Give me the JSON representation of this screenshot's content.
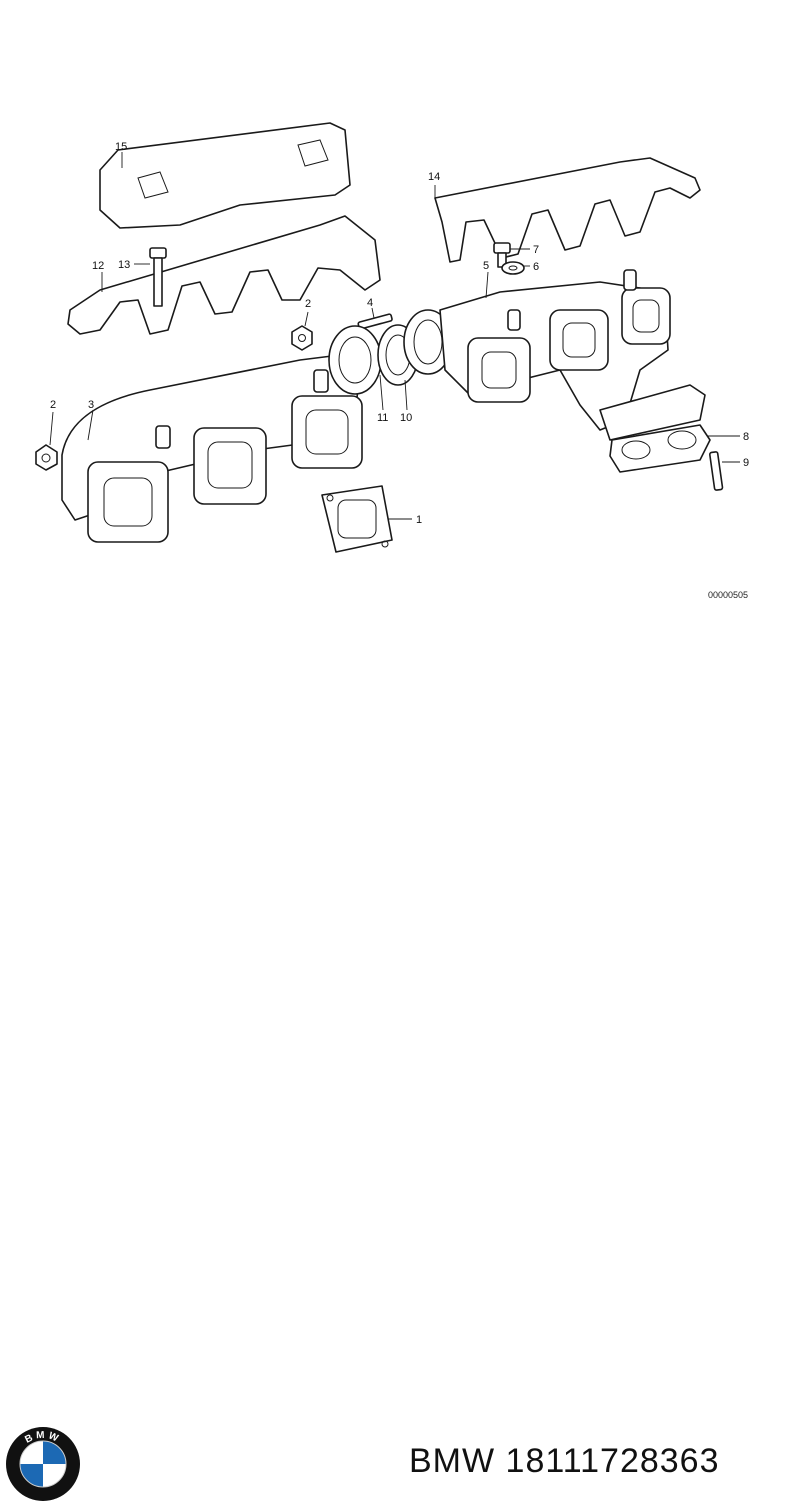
{
  "diagram": {
    "callouts": [
      "1",
      "2",
      "2",
      "3",
      "4",
      "5",
      "6",
      "7",
      "8",
      "9",
      "10",
      "11",
      "12",
      "13",
      "14",
      "15"
    ],
    "code": "00000505"
  },
  "footer": {
    "brand": "BMW",
    "part_number": "18111728363",
    "logo_letters": "BMW"
  },
  "colors": {
    "logo_blue": "#1c69b4",
    "logo_ring": "#111111"
  }
}
